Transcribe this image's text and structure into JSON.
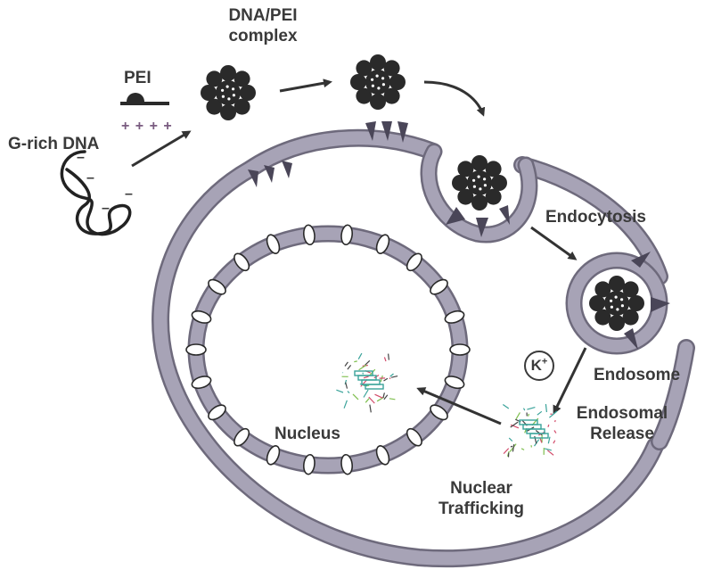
{
  "labels": {
    "complex": "DNA/PEI\ncomplex",
    "pei": "PEI",
    "charges": "+ + + +",
    "grich": "G-rich DNA",
    "endocytosis": "Endocytosis",
    "endosome": "Endosome",
    "release": "Endosomal\nRelease",
    "nucleus": "Nucleus",
    "trafficking": "Nuclear\nTrafficking",
    "k_ion": "K",
    "k_sup": "+",
    "minus": "–"
  },
  "colors": {
    "membrane": "#a7a3b6",
    "membrane_outline": "#6e6a7c",
    "complex_ball": "#2a2a2a",
    "arrow": "#333333",
    "text": "#3a3a3a",
    "charge": "#7a5c80",
    "quadruplex_a": "#3aa39a",
    "quadruplex_b": "#d24b6a",
    "quadruplex_c": "#7fbf4f"
  }
}
